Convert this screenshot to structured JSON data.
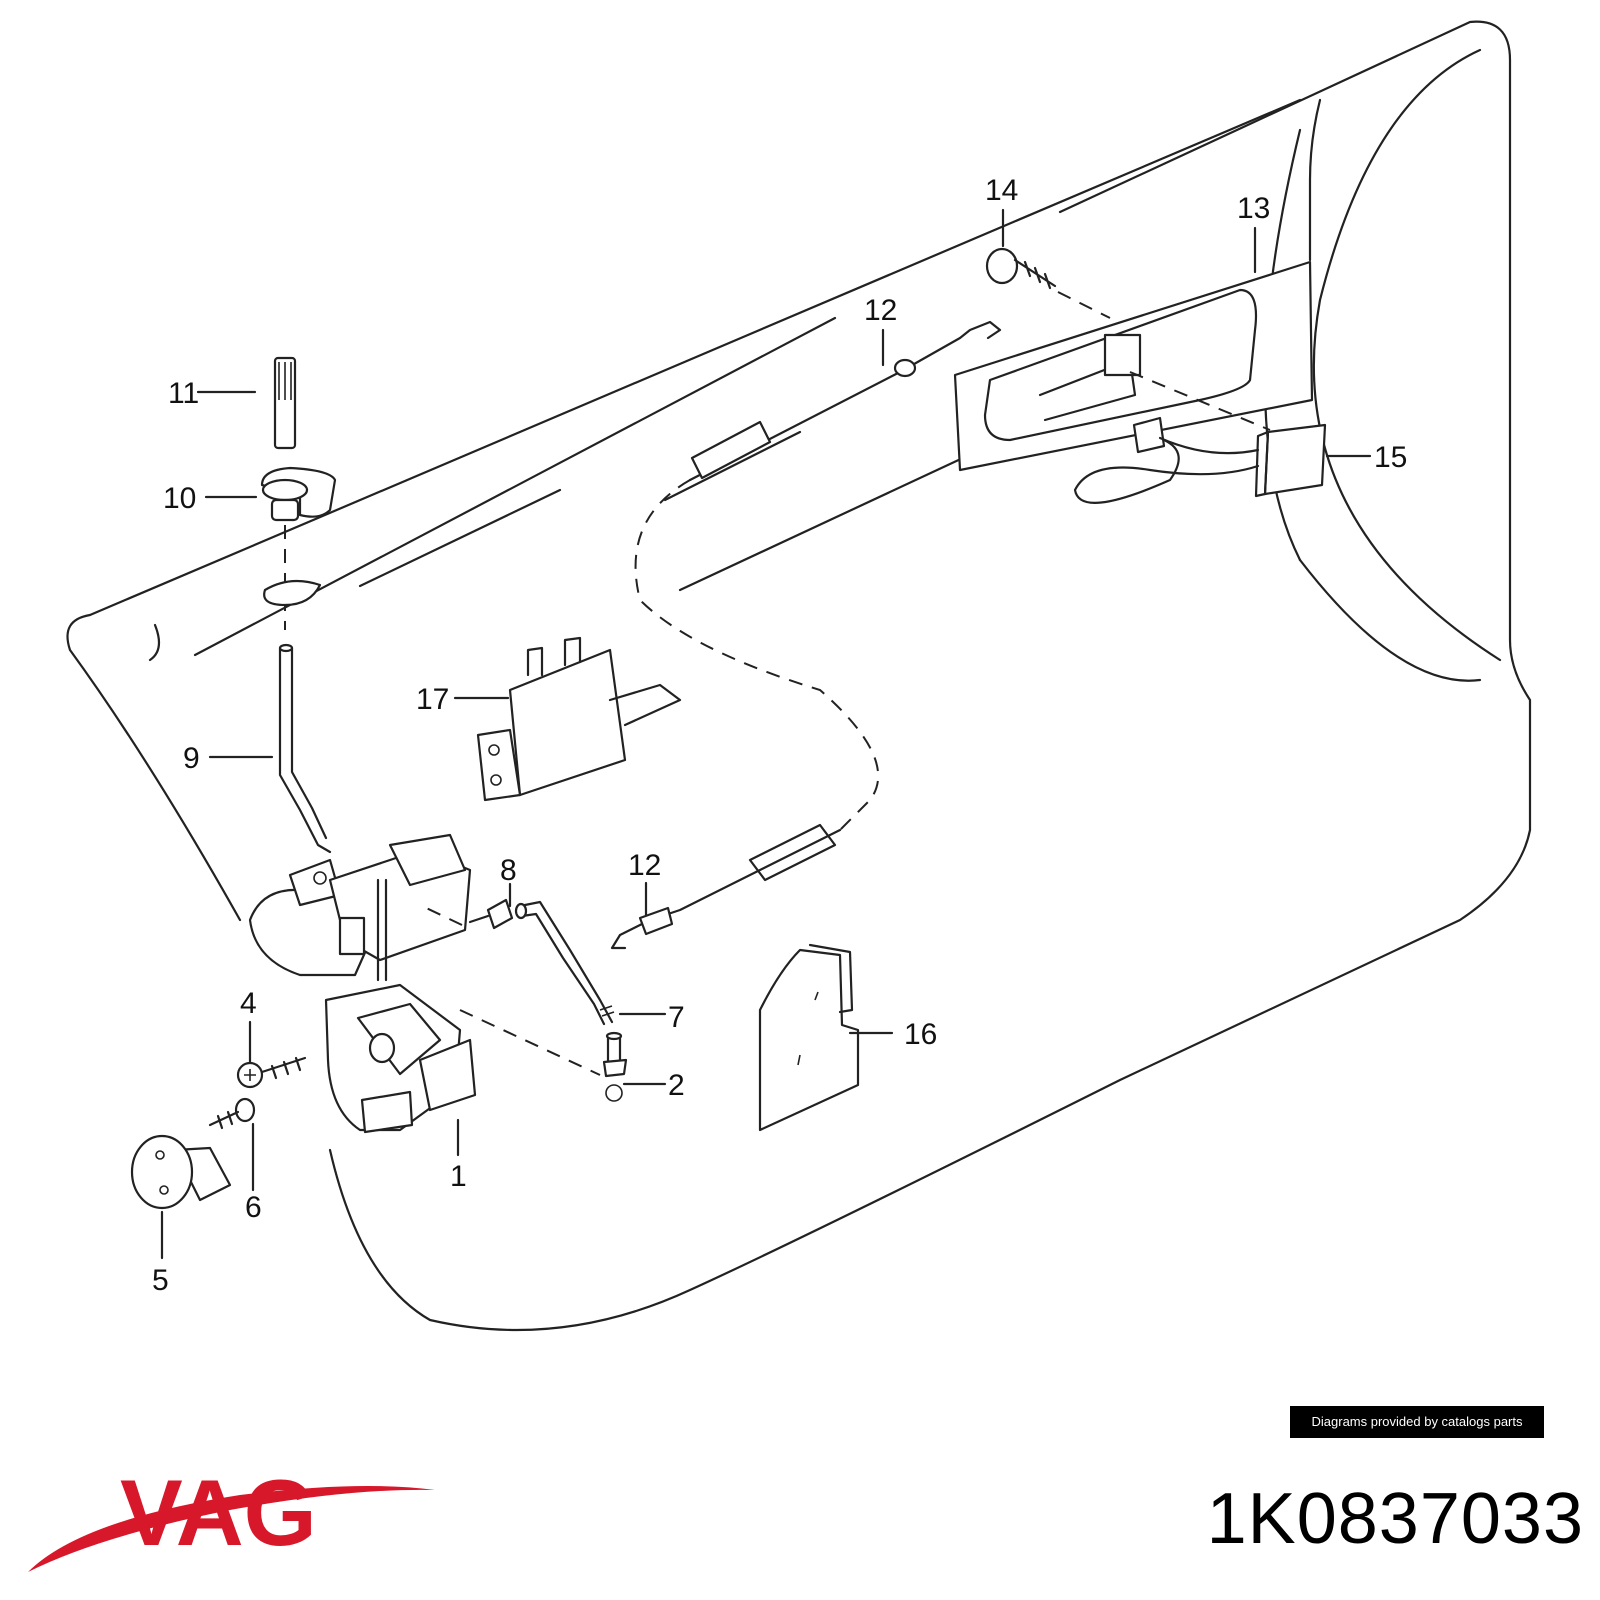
{
  "diagram": {
    "callouts": [
      {
        "id": "c1",
        "label": "1"
      },
      {
        "id": "c2",
        "label": "2"
      },
      {
        "id": "c4",
        "label": "4"
      },
      {
        "id": "c5",
        "label": "5"
      },
      {
        "id": "c6",
        "label": "6"
      },
      {
        "id": "c7",
        "label": "7"
      },
      {
        "id": "c8",
        "label": "8"
      },
      {
        "id": "c9",
        "label": "9"
      },
      {
        "id": "c10",
        "label": "10"
      },
      {
        "id": "c11",
        "label": "11"
      },
      {
        "id": "c12a",
        "label": "12"
      },
      {
        "id": "c12b",
        "label": "12"
      },
      {
        "id": "c13",
        "label": "13"
      },
      {
        "id": "c14",
        "label": "14"
      },
      {
        "id": "c15",
        "label": "15"
      },
      {
        "id": "c16",
        "label": "16"
      },
      {
        "id": "c17",
        "label": "17"
      }
    ]
  },
  "credit": "Diagrams provided by catalogs parts",
  "brand": {
    "name": "VAG",
    "color": "#d7182a"
  },
  "part_number": "1K0837033"
}
